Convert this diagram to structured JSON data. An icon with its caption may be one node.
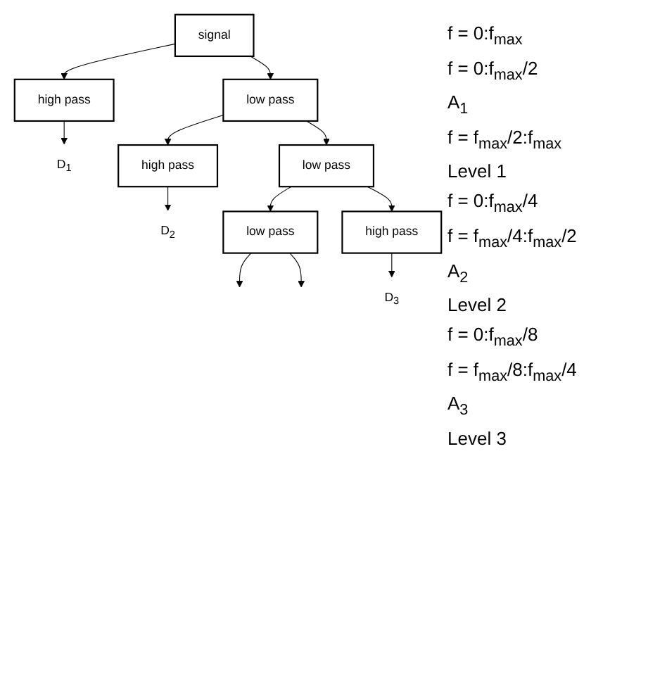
{
  "diagram": {
    "nodes": [
      {
        "text": [
          "signal"
        ]
      },
      {
        "text": [
          "low pass"
        ]
      },
      {
        "text": [
          "high pass"
        ]
      },
      {
        "text": [
          "D$_{1}$"
        ]
      },
      {
        "text": [
          "low pass"
        ]
      },
      {
        "text": [
          "high pass"
        ]
      },
      {
        "text": [
          "D$_{2}$"
        ]
      },
      {
        "text": [
          "low pass"
        ]
      },
      {
        "text": [
          "high pass"
        ]
      },
      {
        "text": [
          "D$_{3}$"
        ]
      }
    ],
    "edges": [
      {
        "from": 0,
        "to": 1,
        "arrow": "to"
      },
      {
        "from": 0,
        "to": 2,
        "arrow": "to"
      },
      {
        "from": 2,
        "to": 3,
        "arrow": "to"
      },
      {
        "from": 1,
        "to": 4,
        "arrow": "to"
      },
      {
        "from": 1,
        "to": 5,
        "arrow": "to"
      },
      {
        "from": 5,
        "to": 6,
        "arrow": "to"
      },
      {
        "from": 4,
        "to": 7,
        "arrow": "to"
      },
      {
        "from": 4,
        "to": 8,
        "arrow": "to"
      },
      {
        "from": 8,
        "to": 9,
        "arrow": "to"
      },
      {
        "from": 7,
        "to": null,
        "arrow": "to"
      },
      {
        "from": 7,
        "to": null,
        "arrow": "to"
      }
    ],
    "labels": [
      "f = 0:f$_{max}$",
      "f = 0:f$_{max}$/2",
      "A$_{1}$",
      "f = f$_{max}$/2:f$_{max}$",
      "Level 1",
      "f = 0:f$_{max}$/4",
      "f = f$_{max}$/4:f$_{max}$/2",
      "A$_{2}$",
      "Level 2",
      "f = 0:f$_{max}$/8",
      "f = f$_{max}$/8:f$_{max}$/4",
      "A$_{3}$",
      "Level 3"
    ]
  }
}
